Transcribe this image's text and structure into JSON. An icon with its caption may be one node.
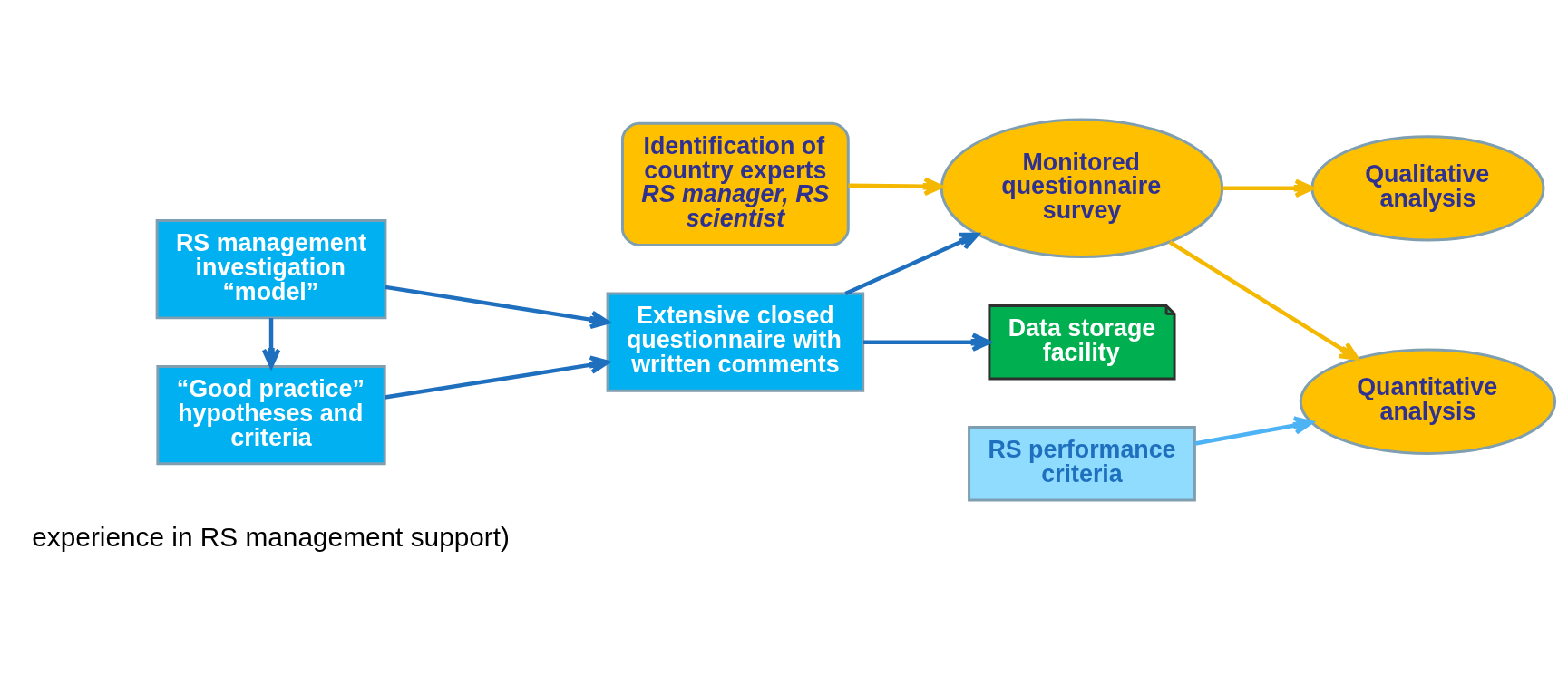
{
  "diagram": {
    "nodes": [
      {
        "text": [
          "RS management investigation “model”"
        ]
      },
      {
        "text": [
          "“Good practice” hypotheses and criteria"
        ]
      },
      {
        "text": [
          "Extensive closed questionnaire with written comments"
        ]
      },
      {
        "text": [
          "Identification of country experts",
          "RS manager, RS scientist"
        ]
      },
      {
        "text": [
          "Monitored questionnaire survey"
        ]
      },
      {
        "text": [
          "Data storage facility"
        ]
      },
      {
        "text": [
          "RS performance criteria"
        ]
      },
      {
        "text": [
          "Quantitative analysis"
        ]
      },
      {
        "text": [
          "Qualitative analysis"
        ]
      }
    ],
    "edges": [
      {
        "from": 0,
        "to": 2,
        "arrow": "to"
      },
      {
        "from": 0,
        "to": 1,
        "arrow": "to"
      },
      {
        "from": 1,
        "to": 2,
        "arrow": "to"
      },
      {
        "from": 2,
        "to": 4,
        "arrow": "to"
      },
      {
        "from": 2,
        "to": 5,
        "arrow": "to"
      },
      {
        "from": 3,
        "to": 4,
        "arrow": "to",
        "color": "#f5b800"
      },
      {
        "from": 4,
        "to": 7,
        "arrow": "to",
        "color": "#f5b800"
      },
      {
        "from": 4,
        "to": 8,
        "arrow": "to",
        "color": "#f5b800"
      },
      {
        "from": 6,
        "to": 7,
        "arrow": "to",
        "color": "#4db3f5"
      }
    ],
    "labels": [
      "experience in RS management support)"
    ]
  }
}
